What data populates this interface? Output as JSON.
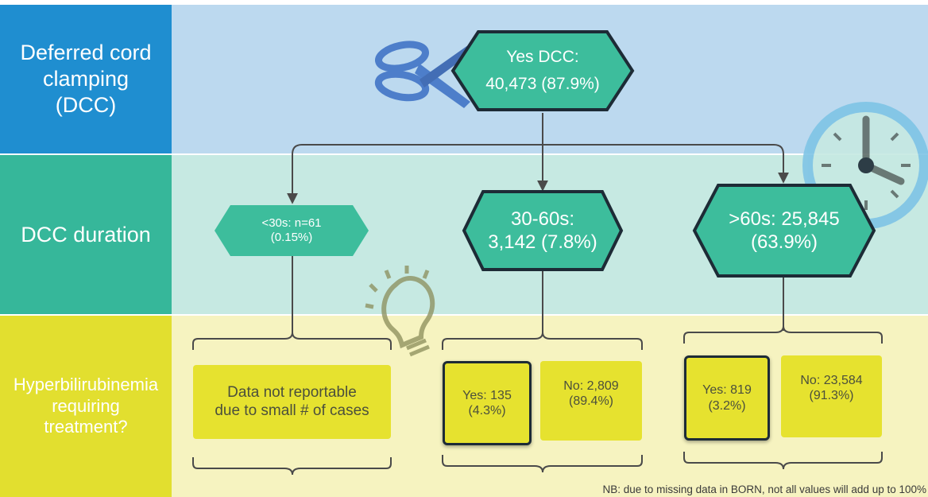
{
  "rows": [
    {
      "label_lines": [
        "Deferred cord",
        "clamping",
        "(DCC)"
      ],
      "label_color": "#1f8ed0",
      "band_color": "#bcd9ef"
    },
    {
      "label_lines": [
        "DCC duration"
      ],
      "label_color": "#36b79a",
      "band_color": "#c6e9e2"
    },
    {
      "label_lines": [
        "Hyperbilirubinemia",
        "requiring",
        "treatment?"
      ],
      "label_color": "#e2df2f",
      "band_color": "#f6f3c0"
    }
  ],
  "root": {
    "line1": "Yes DCC:",
    "line2": "40,473 (87.9%)"
  },
  "durations": [
    {
      "line1": "<30s: n=61",
      "line2": "(0.15%)"
    },
    {
      "line1": "30-60s:",
      "line2": "3,142 (7.8%)"
    },
    {
      "line1": ">60s: 25,845",
      "line2": "(63.9%)"
    }
  ],
  "outcomes": {
    "small": {
      "line1": "Data not reportable",
      "line2": "due to small # of cases"
    },
    "mid_yes": {
      "line1": "Yes: 135",
      "line2": "(4.3%)"
    },
    "mid_no": {
      "line1": "No: 2,809",
      "line2": "(89.4%)"
    },
    "long_yes": {
      "line1": "Yes: 819",
      "line2": "(3.2%)"
    },
    "long_no": {
      "line1": "No: 23,584",
      "line2": "(91.3%)"
    }
  },
  "footnote": "NB: due to missing data in BORN, not all values will add up to 100%",
  "colors": {
    "hexagon": "#3dbd9c",
    "hexagon_border": "#1d2b36",
    "arrow": "#4a4a4a",
    "outcome_box": "#e6e22f"
  },
  "icons": [
    "scissors-icon",
    "clock-icon",
    "lightbulb-icon"
  ]
}
